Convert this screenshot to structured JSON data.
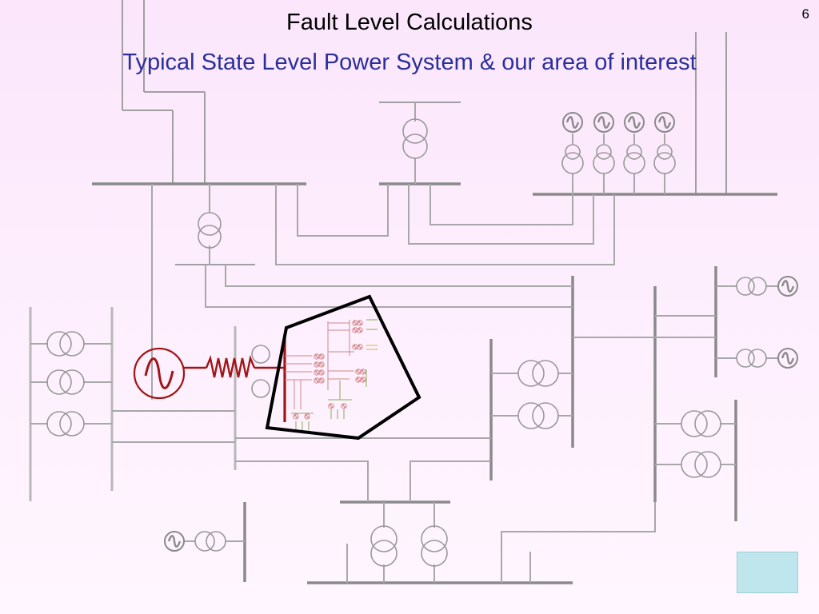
{
  "slide": {
    "title": "Fault Level Calculations",
    "subtitle": "Typical State Level Power System & our area of interest",
    "page_number": "6"
  },
  "colors": {
    "background": "#fbe6fb",
    "title": "#000000",
    "subtitle": "#2b2f9a",
    "busbar_dark": "#808080",
    "busbar_light": "#b8b8b8",
    "source_highlight": "#a01515",
    "area_of_interest_outline": "#000000",
    "nav_box": "#bfe6ec"
  },
  "diagram": {
    "highlighted_source": "sine-wave-generator-with-impedance",
    "area_of_interest_shape": "pentagon"
  }
}
